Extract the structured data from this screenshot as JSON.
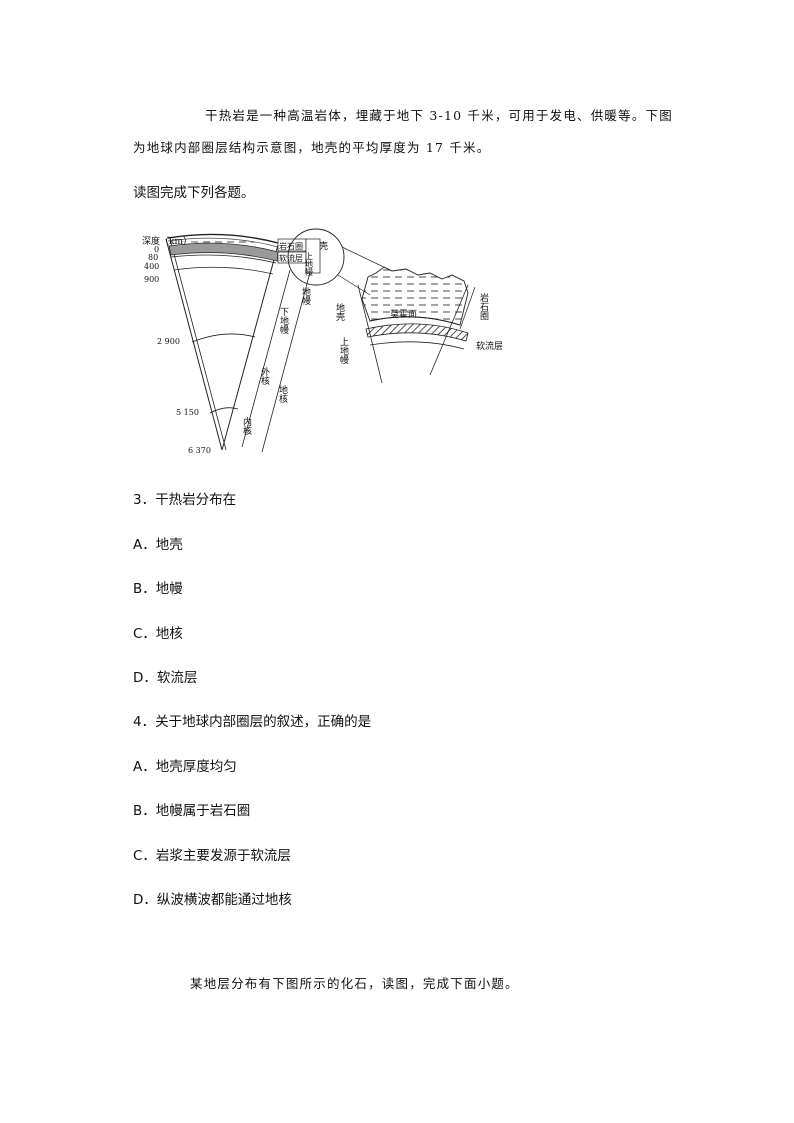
{
  "intro": {
    "line1": "干热岩是一种高温岩体，埋藏于地下 3-10 千米，可用于发电、供暖等。下图",
    "line2": "为地球内部圈层结构示意图，地壳的平均厚度为 17 千米。",
    "instruction": "读图完成下列各题。"
  },
  "figure": {
    "depth_title": "深度（km）",
    "depth_ticks": [
      "0",
      "80",
      "400",
      "900",
      "2 900",
      "5 150",
      "6 370"
    ],
    "labels": {
      "lithosphere": "岩石圈",
      "crust": "地壳",
      "upper_mantle": "上地幔",
      "asthenosphere": "软流层",
      "lower_mantle": "下地幔",
      "mantle": "地幔",
      "outer_core": "外核",
      "inner_core": "内核",
      "core": "地核",
      "moho": "莫霍面",
      "inset_crust": "地壳",
      "inset_lithosphere": "岩石圈",
      "inset_upper_mantle": "上地幔",
      "inset_asthenosphere": "软流层"
    }
  },
  "q3": {
    "stem": "3．干热岩分布在",
    "options": [
      "A．地壳",
      "B．地幔",
      "C．地核",
      "D．软流层"
    ]
  },
  "q4": {
    "stem": "4．关于地球内部圈层的叙述，正确的是",
    "options": [
      "A．地壳厚度均匀",
      "B．地幔属于岩石圈",
      "C．岩浆主要发源于软流层",
      "D．纵波横波都能通过地核"
    ]
  },
  "footer": "某地层分布有下图所示的化石，读图，完成下面小题。"
}
